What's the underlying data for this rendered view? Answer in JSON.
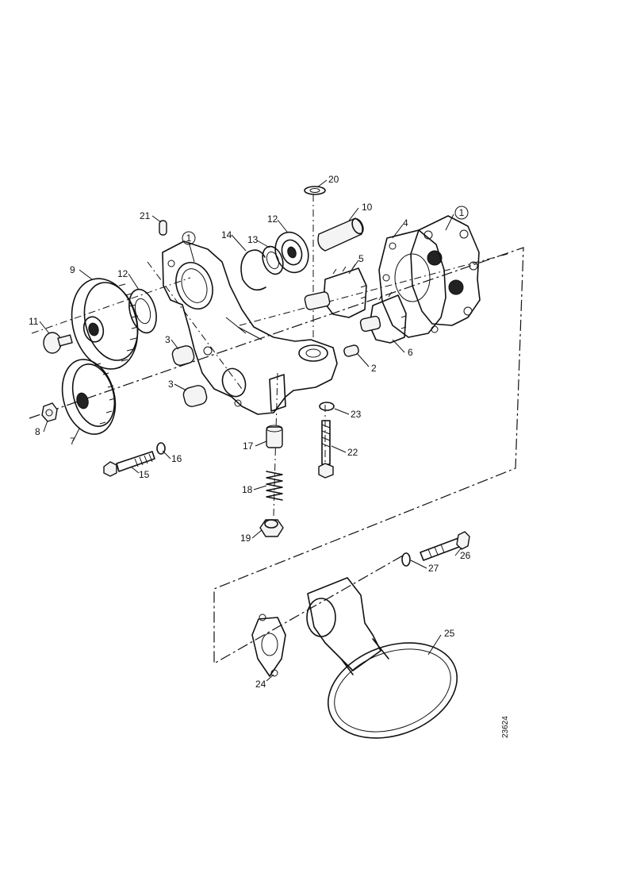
{
  "drawing": {
    "reference_number": "23624",
    "callouts": [
      {
        "id": "c1",
        "label": "1",
        "circled": true
      },
      {
        "id": "c1b",
        "label": "1",
        "circled": true
      },
      {
        "id": "c2",
        "label": "2"
      },
      {
        "id": "c3a",
        "label": "3"
      },
      {
        "id": "c3b",
        "label": "3"
      },
      {
        "id": "c4",
        "label": "4"
      },
      {
        "id": "c5",
        "label": "5"
      },
      {
        "id": "c6",
        "label": "6"
      },
      {
        "id": "c7",
        "label": "7"
      },
      {
        "id": "c8",
        "label": "8"
      },
      {
        "id": "c9",
        "label": "9"
      },
      {
        "id": "c10",
        "label": "10"
      },
      {
        "id": "c11",
        "label": "11"
      },
      {
        "id": "c12a",
        "label": "12"
      },
      {
        "id": "c12b",
        "label": "12"
      },
      {
        "id": "c13",
        "label": "13"
      },
      {
        "id": "c14",
        "label": "14"
      },
      {
        "id": "c15",
        "label": "15"
      },
      {
        "id": "c16",
        "label": "16"
      },
      {
        "id": "c17",
        "label": "17"
      },
      {
        "id": "c18",
        "label": "18"
      },
      {
        "id": "c19",
        "label": "19"
      },
      {
        "id": "c20",
        "label": "20"
      },
      {
        "id": "c21",
        "label": "21"
      },
      {
        "id": "c22",
        "label": "22"
      },
      {
        "id": "c23",
        "label": "23"
      },
      {
        "id": "c24",
        "label": "24"
      },
      {
        "id": "c25",
        "label": "25"
      },
      {
        "id": "c26",
        "label": "26"
      },
      {
        "id": "c27",
        "label": "27"
      }
    ]
  }
}
